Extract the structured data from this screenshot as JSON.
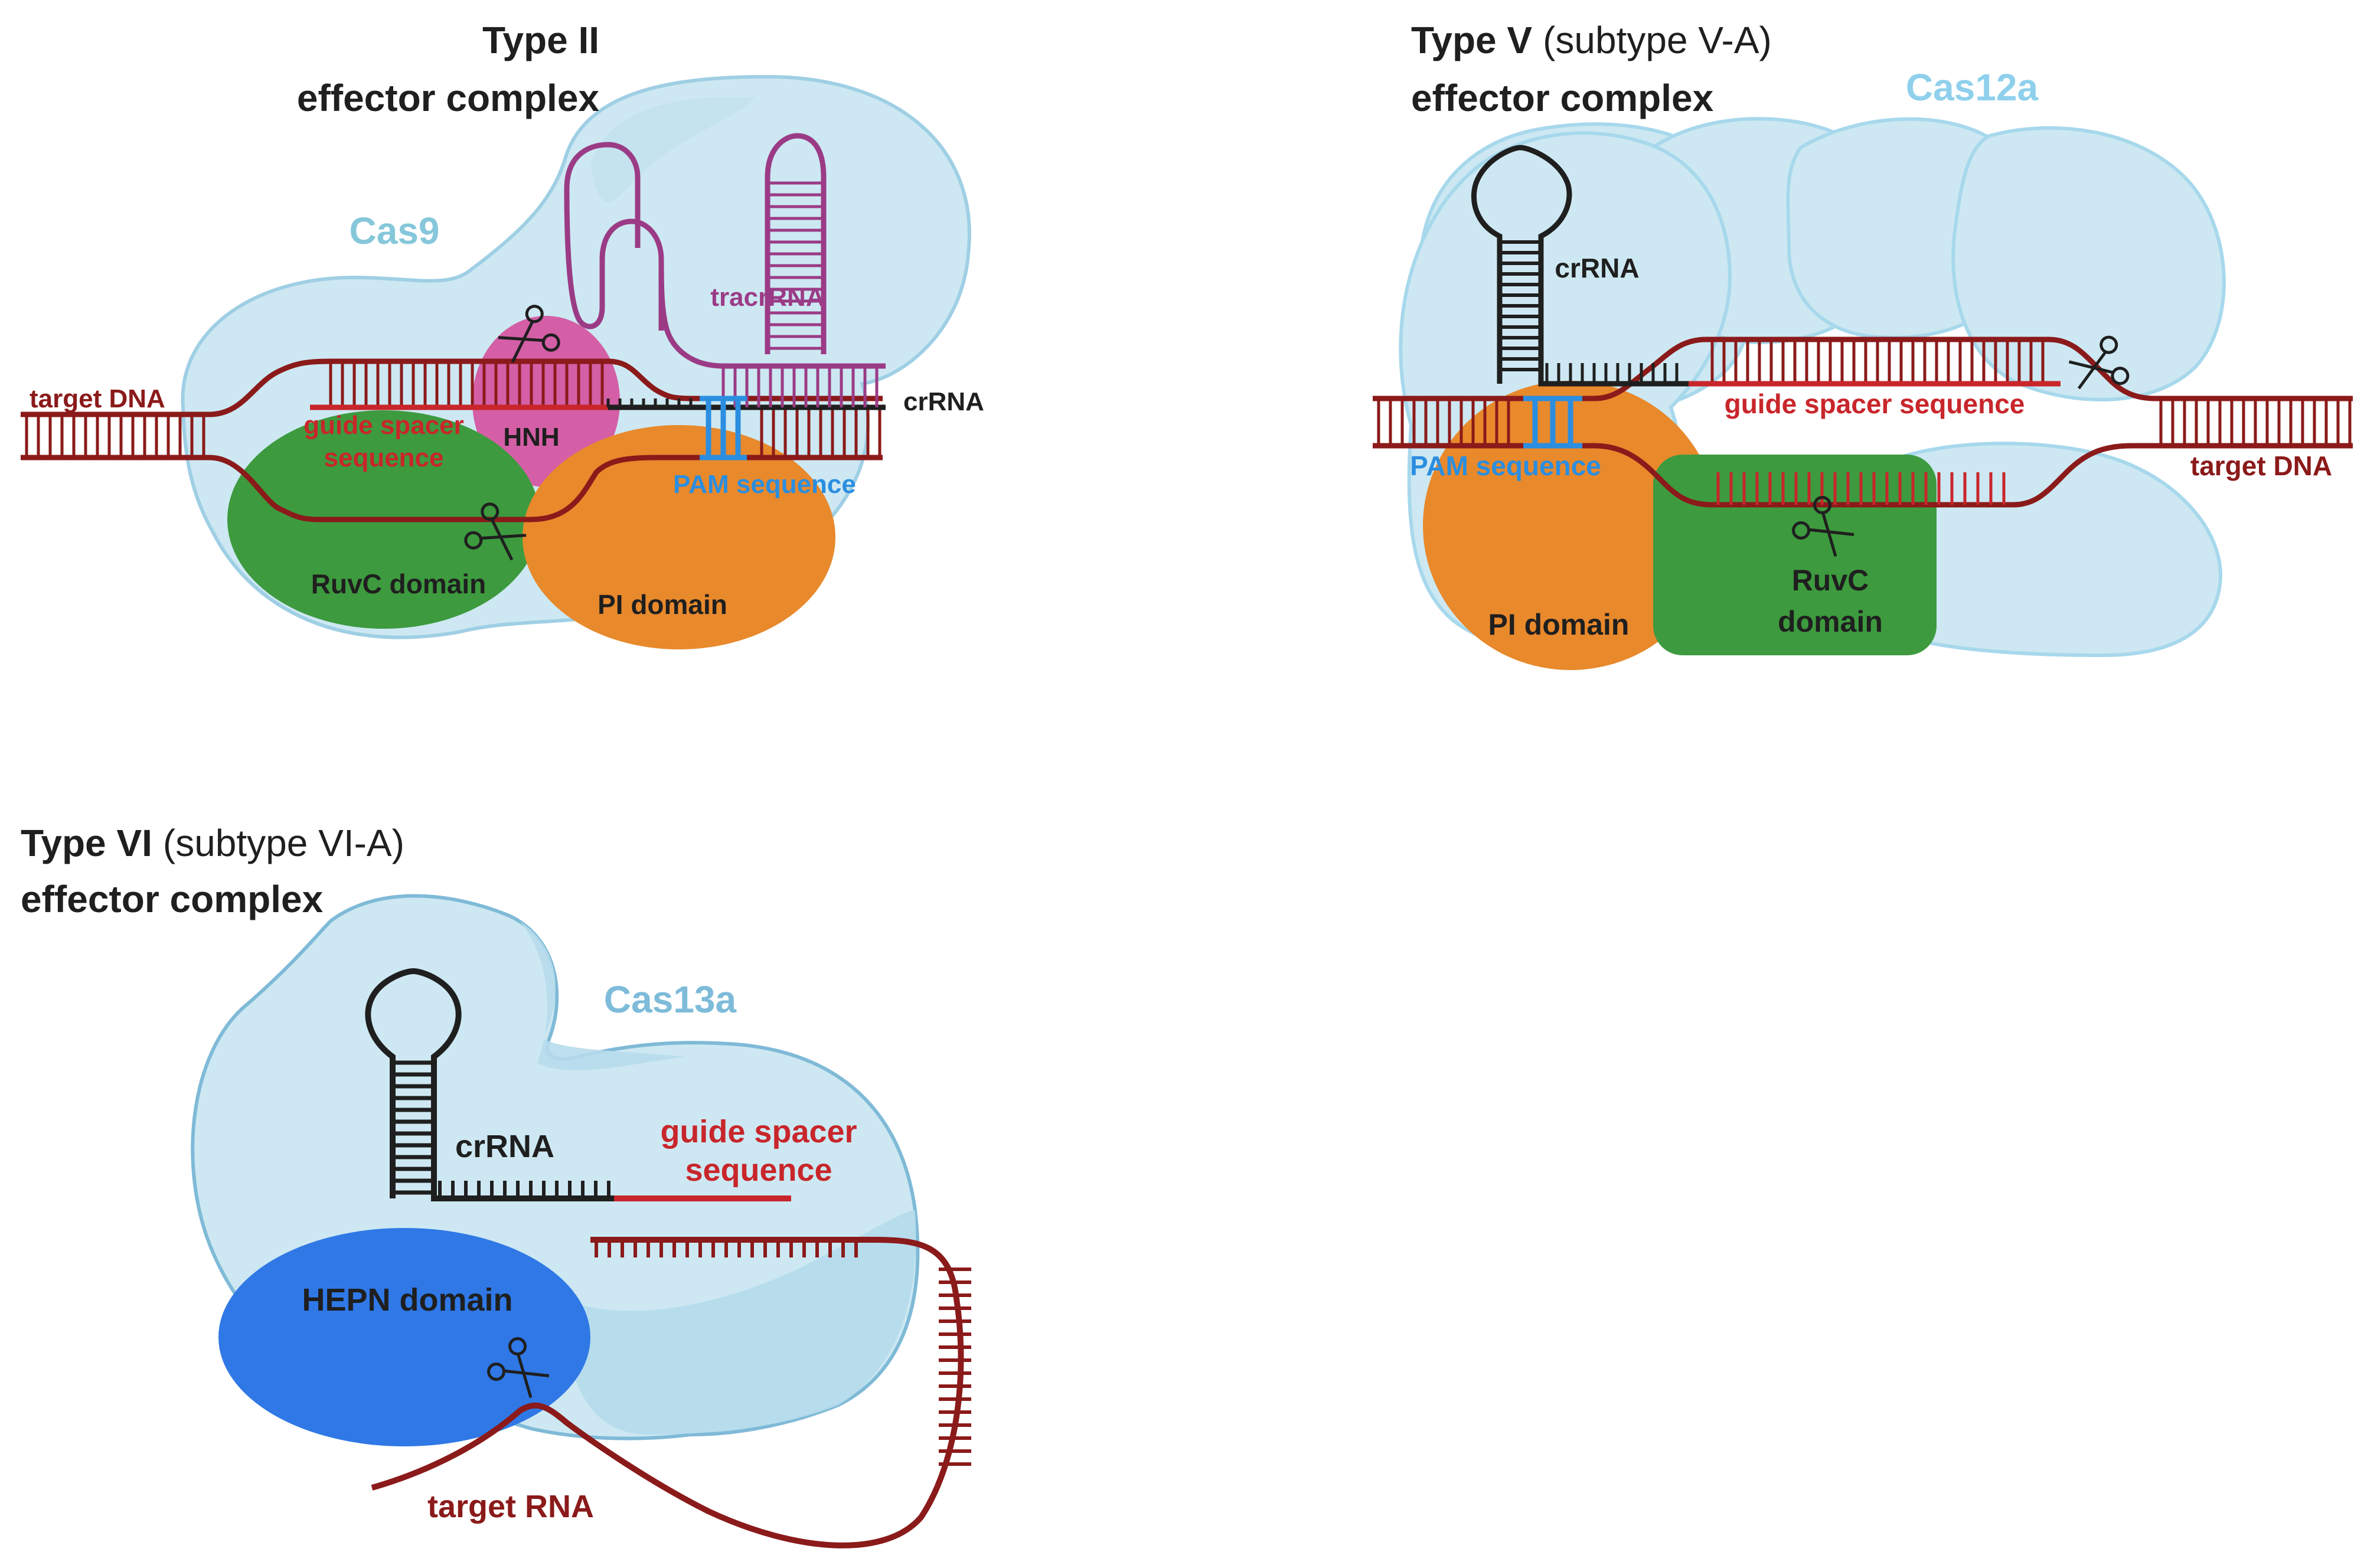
{
  "panels": {
    "type2": {
      "title_bold": "Type II",
      "title_line2": "effector complex",
      "protein": "Cas9",
      "tracr": "tracrRNA",
      "crrna": "crRNA",
      "target": "target DNA",
      "guide_line1": "guide spacer",
      "guide_line2": "sequence",
      "hnh": "HNH",
      "pam": "PAM sequence",
      "ruvc": "RuvC domain",
      "pi": "PI domain"
    },
    "type5": {
      "title_bold": "Type V",
      "title_normal": "(subtype V-A)",
      "title_line2": "effector complex",
      "protein": "Cas12a",
      "crrna": "crRNA",
      "guide": "guide spacer sequence",
      "pam": "PAM sequence",
      "target": "target DNA",
      "pi": "PI domain",
      "ruvc_line1": "RuvC",
      "ruvc_line2": "domain"
    },
    "type6": {
      "title_bold": "Type VI",
      "title_normal": "(subtype VI-A)",
      "title_line2": "effector complex",
      "protein": "Cas13a",
      "crrna": "crRNA",
      "guide_line1": "guide spacer",
      "guide_line2": "sequence",
      "hepn": "HEPN domain",
      "target": "target RNA"
    }
  },
  "colors": {
    "protein_fill": "#cde8f2",
    "protein_edge": "#9fcfe4",
    "dna": "#8b1a1a",
    "guide": "#c8262b",
    "crrna": "#1f1f1f",
    "tracr": "#9b3b86",
    "hnh": "#d45fa6",
    "ruvc": "#3d9a3e",
    "pi": "#e8892c",
    "pam": "#2b8ee0",
    "hepn": "#2f78e6",
    "cas9_label": "#86c7da",
    "cas12_label": "#8fd0ec",
    "cas13_label": "#7dbbd9",
    "title": "#1f1f1f"
  }
}
